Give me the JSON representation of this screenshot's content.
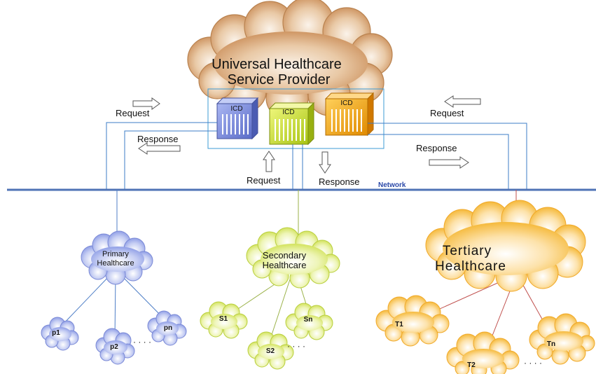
{
  "provider": {
    "line1": "Universal Healthcare",
    "line2": "Service Provider"
  },
  "servers": [
    {
      "label": "ICD",
      "color": "#7f90e0"
    },
    {
      "label": "ICD",
      "color": "#cfe22a"
    },
    {
      "label": "ICD",
      "color": "#f5a200"
    }
  ],
  "arrows": {
    "left_request": "Request",
    "left_response": "Response",
    "center_request": "Request",
    "center_response": "Response",
    "right_request": "Request",
    "right_response": "Response"
  },
  "network_label": "Network",
  "clusters": {
    "primary": {
      "line1": "Primary",
      "line2": "Healthcare",
      "nodes": [
        "p1",
        "p2",
        "pn"
      ],
      "color": "#8f9ee6",
      "line_color": "#4f7fc7"
    },
    "secondary": {
      "line1": "Secondary",
      "line2": "Healthcare",
      "nodes": [
        "S1",
        "S2",
        "Sn"
      ],
      "color": "#d7e86b",
      "line_color": "#9bb24a"
    },
    "tertiary": {
      "line1": "Tertiary",
      "line2": "Healthcare",
      "nodes": [
        "T1",
        "T2",
        "Tn"
      ],
      "color": "#f7c24a",
      "line_color": "#c0504d"
    }
  },
  "ellipsis": "· · · ·"
}
